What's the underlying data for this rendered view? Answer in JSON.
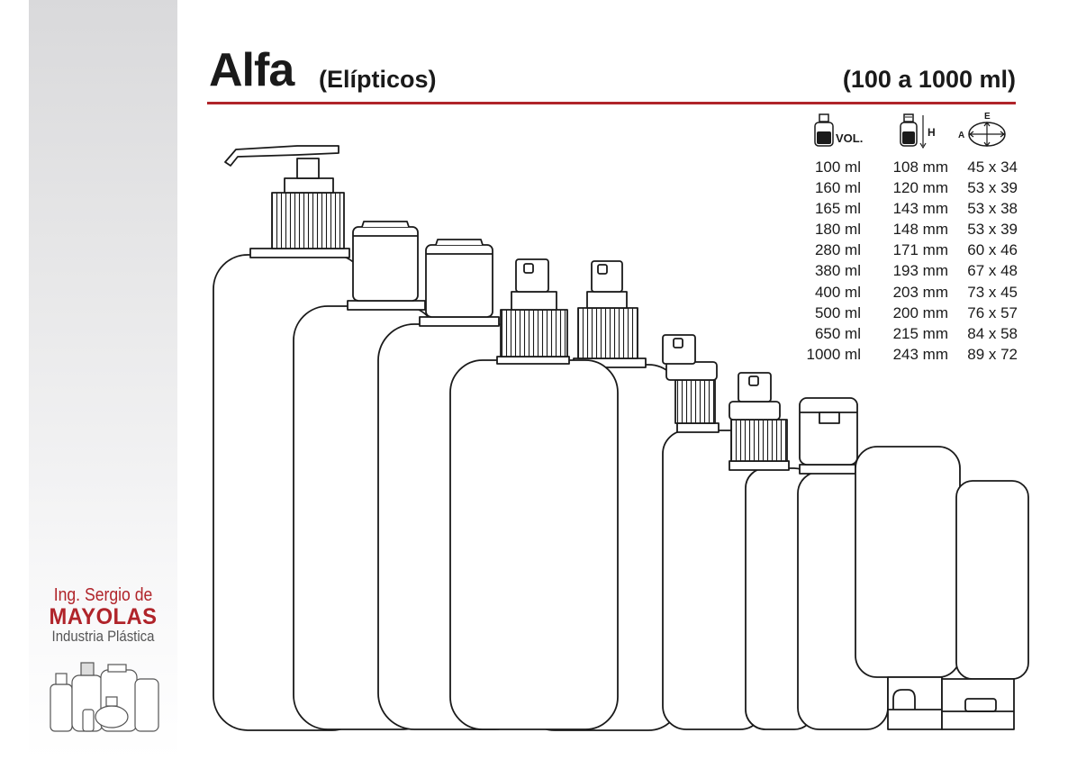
{
  "header": {
    "title": "Alfa",
    "subtitle": "(Elípticos)",
    "range": "(100 a 1000 ml)"
  },
  "colors": {
    "accent_red": "#b0242a",
    "text": "#1a1a1a",
    "sidebar_gray": "#dcdcde"
  },
  "spec_headers": {
    "volume_label": "VOL.",
    "height_label": "H",
    "width_label": "A",
    "depth_label": "E",
    "volume_icon": "bottle-volume-icon",
    "height_icon": "bottle-height-icon",
    "section_icon": "ellipse-section-icon"
  },
  "specs": [
    {
      "vol": "100 ml",
      "h": "108 mm",
      "ae": "45 x 34"
    },
    {
      "vol": "160 ml",
      "h": "120 mm",
      "ae": "53 x 39"
    },
    {
      "vol": "165 ml",
      "h": "143 mm",
      "ae": "53 x 38"
    },
    {
      "vol": "180 ml",
      "h": "148 mm",
      "ae": "53 x 39"
    },
    {
      "vol": "280 ml",
      "h": "171 mm",
      "ae": "60 x 46"
    },
    {
      "vol": "380 ml",
      "h": "193 mm",
      "ae": "67 x 48"
    },
    {
      "vol": "400 ml",
      "h": "203 mm",
      "ae": "73 x 45"
    },
    {
      "vol": "500 ml",
      "h": "200 mm",
      "ae": "76 x 57"
    },
    {
      "vol": "650 ml",
      "h": "215 mm",
      "ae": "84 x 58"
    },
    {
      "vol": "1000 ml",
      "h": "243 mm",
      "ae": "89 x 72"
    }
  ],
  "logo": {
    "line1": "Ing. Sergio de",
    "line2": "MAYOLAS",
    "line3": "Industria Plástica"
  }
}
